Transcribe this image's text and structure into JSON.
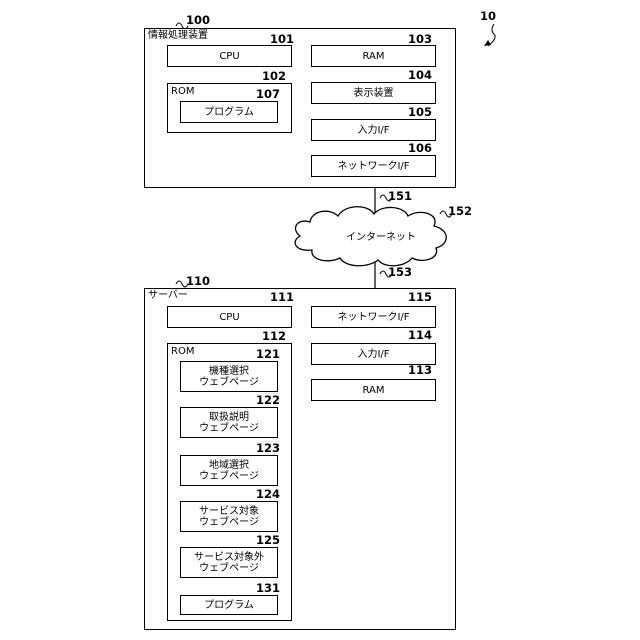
{
  "diagram": {
    "system_ref": "10",
    "info_device": {
      "ref": "100",
      "title": "情報処理装置",
      "cpu": {
        "ref": "101",
        "label": "CPU"
      },
      "rom": {
        "ref": "102",
        "label": "ROM",
        "program": {
          "ref": "107",
          "label": "プログラム"
        }
      },
      "ram": {
        "ref": "103",
        "label": "RAM"
      },
      "display": {
        "ref": "104",
        "label": "表示装置"
      },
      "input_if": {
        "ref": "105",
        "label": "入力I/F"
      },
      "network_if": {
        "ref": "106",
        "label": "ネットワークI/F"
      }
    },
    "link_upper_ref": "151",
    "internet": {
      "ref": "152",
      "label": "インターネット"
    },
    "link_lower_ref": "153",
    "server": {
      "ref": "110",
      "title": "サーバー",
      "cpu": {
        "ref": "111",
        "label": "CPU"
      },
      "rom": {
        "ref": "112",
        "label": "ROM",
        "pages": [
          {
            "ref": "121",
            "line1": "機種選択",
            "line2": "ウェブページ"
          },
          {
            "ref": "122",
            "line1": "取扱説明",
            "line2": "ウェブページ"
          },
          {
            "ref": "123",
            "line1": "地域選択",
            "line2": "ウェブページ"
          },
          {
            "ref": "124",
            "line1": "サービス対象",
            "line2": "ウェブページ"
          },
          {
            "ref": "125",
            "line1": "サービス対象外",
            "line2": "ウェブページ"
          }
        ],
        "program": {
          "ref": "131",
          "label": "プログラム"
        }
      },
      "network_if": {
        "ref": "115",
        "label": "ネットワークI/F"
      },
      "input_if": {
        "ref": "114",
        "label": "入力I/F"
      },
      "ram": {
        "ref": "113",
        "label": "RAM"
      }
    }
  }
}
